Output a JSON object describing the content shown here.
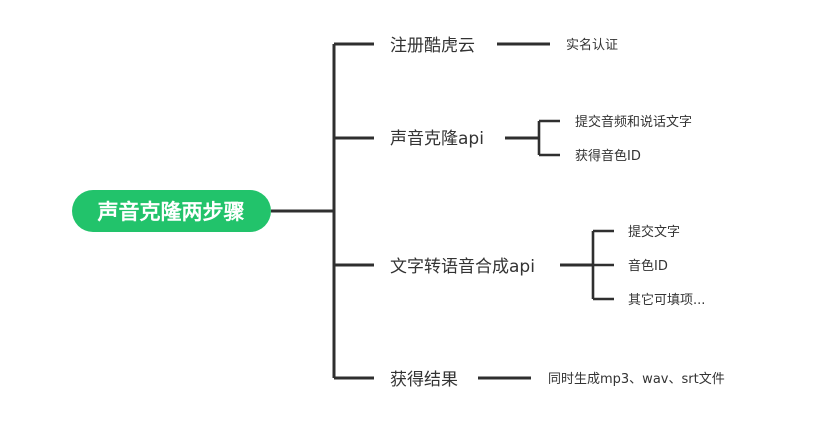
{
  "diagram": {
    "root": "声音克隆两步骤",
    "branches": [
      {
        "label": "注册酷虎云",
        "children": [
          "实名认证"
        ]
      },
      {
        "label": "声音克隆api",
        "children": [
          "提交音频和说话文字",
          "获得音色ID"
        ]
      },
      {
        "label": "文字转语音合成api",
        "children": [
          "提交文字",
          "音色ID",
          "其它可填项..."
        ]
      },
      {
        "label": "获得结果",
        "children": [
          "同时生成mp3、wav、srt文件"
        ]
      }
    ]
  },
  "colors": {
    "root_fill": "#22c36b",
    "root_text": "#ffffff",
    "lines": "#2f2f2f",
    "text": "#333333"
  }
}
